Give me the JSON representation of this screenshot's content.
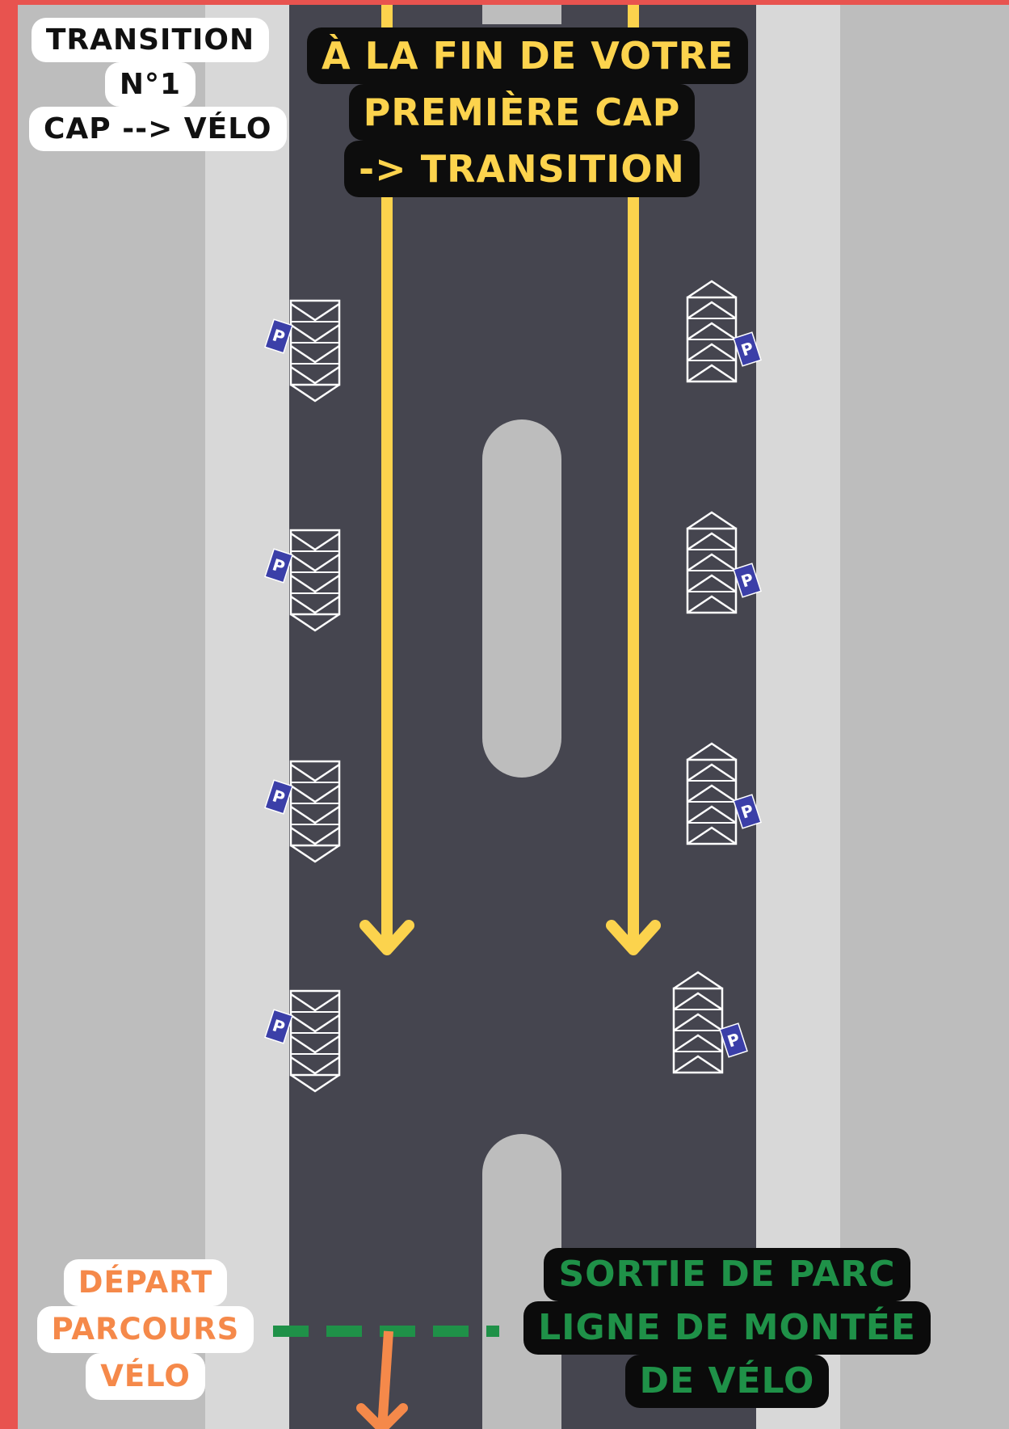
{
  "title_label": [
    "TRANSITION",
    "N°1",
    "CAP --> VÉLO"
  ],
  "instruction_label": [
    "À LA FIN DE VOTRE",
    "PREMIÈRE CAP",
    "-> TRANSITION"
  ],
  "start_label": [
    "DÉPART",
    "PARCOURS",
    "VÉLO"
  ],
  "exit_label": [
    "SORTIE DE PARC",
    "LIGNE DE MONTÉE",
    "DE VÉLO"
  ],
  "parking_sign_text": "P",
  "bike_rack_count_left": 4,
  "bike_rack_count_right": 4,
  "colors": {
    "frame": "#e8534f",
    "outer_ground": "#bdbdbd",
    "sidewalk": "#d8d8d8",
    "road": "#45454f",
    "direction_arrow": "#fcd34d",
    "exit_line": "#1f9148",
    "start_arrow": "#f5894a",
    "parking_sign": "#3b3fa8"
  }
}
